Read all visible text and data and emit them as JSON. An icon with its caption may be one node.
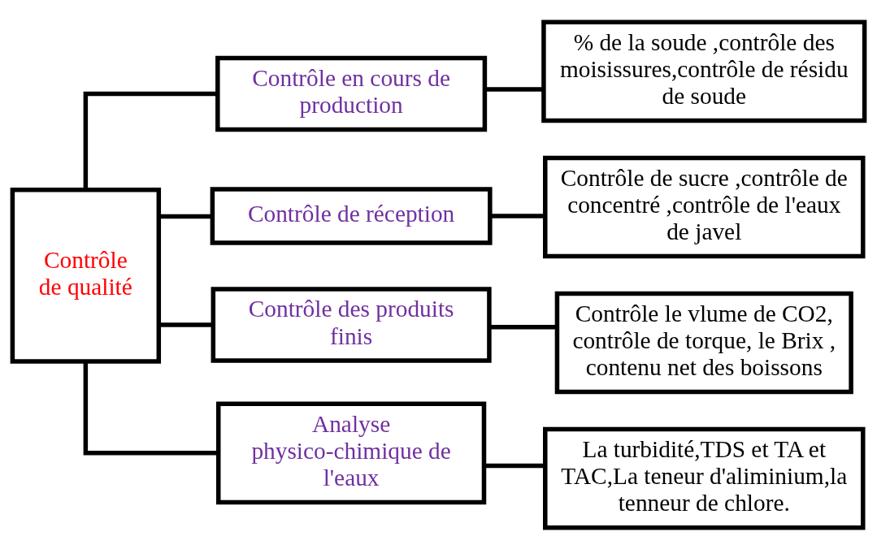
{
  "diagram": {
    "nodes": [
      {
        "text": [
          "Contrôle de qualité"
        ]
      },
      {
        "text": [
          "Contrôle en cours de production"
        ]
      },
      {
        "text": [
          "Contrôle de réception"
        ]
      },
      {
        "text": [
          "Contrôle des produits finis"
        ]
      },
      {
        "text": [
          "Analyse physico-chimique de l'eaux"
        ]
      },
      {
        "text": [
          "% de la soude ,contrôle des moisissures,contrôle de résidu de soude"
        ]
      },
      {
        "text": [
          "Contrôle de sucre ,contrôle de concentré ,contrôle de l'eaux de javel"
        ]
      },
      {
        "text": [
          "Contrôle le vlume de CO2, contrôle de torque, le Brix , contenu net des boissons"
        ]
      },
      {
        "text": [
          "La turbidité,TDS et TA et TAC,La teneur d'aliminium,la tenneur de chlore."
        ]
      }
    ],
    "edges": [
      {
        "from": 0,
        "to": 1,
        "arrow": "none"
      },
      {
        "from": 0,
        "to": 2,
        "arrow": "none"
      },
      {
        "from": 0,
        "to": 3,
        "arrow": "none"
      },
      {
        "from": 0,
        "to": 4,
        "arrow": "none"
      },
      {
        "from": 1,
        "to": 5,
        "arrow": "none"
      },
      {
        "from": 2,
        "to": 6,
        "arrow": "none"
      },
      {
        "from": 3,
        "to": 7,
        "arrow": "none"
      },
      {
        "from": 4,
        "to": 8,
        "arrow": "none"
      }
    ]
  }
}
